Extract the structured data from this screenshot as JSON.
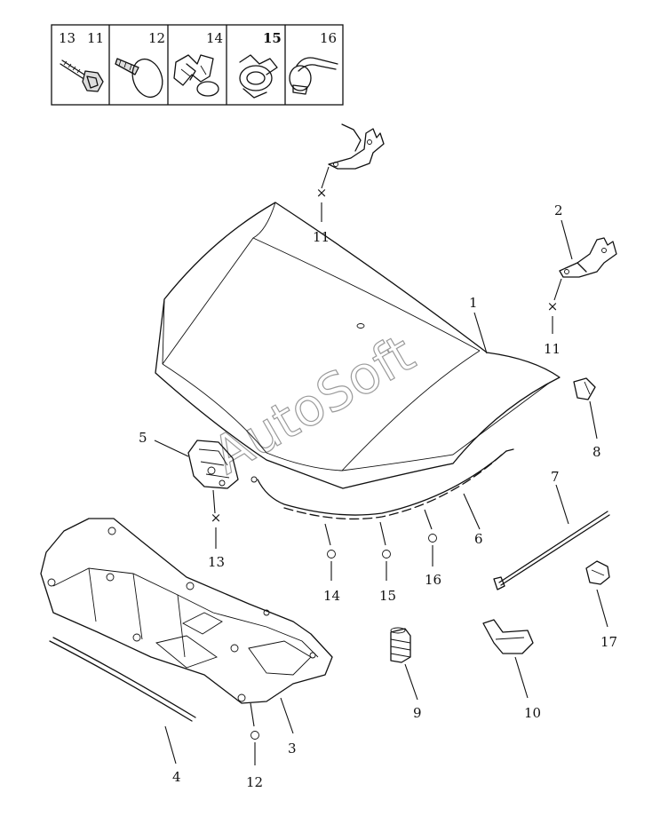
{
  "legend": {
    "cells": [
      {
        "labels": [
          "13",
          "11"
        ],
        "icon": "bolt-icon"
      },
      {
        "labels": [
          "12"
        ],
        "icon": "push-clip-icon"
      },
      {
        "labels": [
          "14"
        ],
        "icon": "wire-clip-icon"
      },
      {
        "labels": [
          "15"
        ],
        "icon": "hose-clamp-icon"
      },
      {
        "labels": [
          "16"
        ],
        "icon": "cable-clip-icon"
      }
    ]
  },
  "callouts": {
    "hood": "1",
    "hinge_right": "2",
    "engine_undercover": "3",
    "seal_strip": "4",
    "hood_latch": "5",
    "release_cable": "6",
    "hood_support_rod": "7",
    "bumper_stop": "8",
    "rubber_buffer": "9",
    "rod_holder": "10",
    "bolt_hinge_left": "11",
    "bolt_hinge_right": "11",
    "clip_undercover": "12",
    "bolt_latch": "13",
    "cable_clip_a": "14",
    "cable_clip_b": "15",
    "cable_clip_c": "16",
    "rod_grommet": "17"
  },
  "watermark": "AutoSoft",
  "colors": {
    "line": "#111111",
    "watermark": "#9a9a9a",
    "background": "#ffffff"
  }
}
